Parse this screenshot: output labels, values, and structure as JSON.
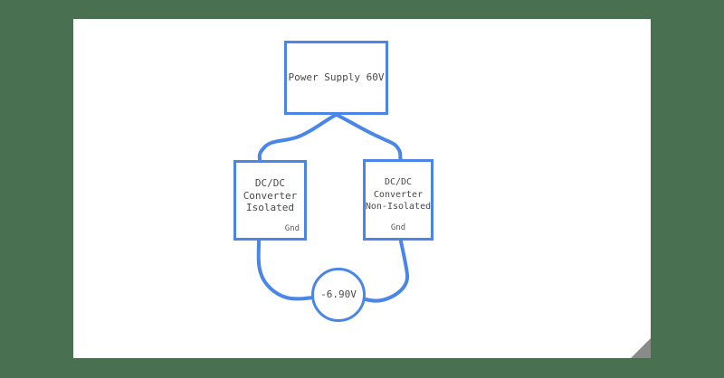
{
  "canvas": {
    "background_color": "#4a7052",
    "sheet_color": "#ffffff",
    "fold_color": "#8a8a8a",
    "stroke_color": "#4a86e8",
    "text_color": "#4a4a4a"
  },
  "diagram": {
    "title": "",
    "nodes": [
      {
        "id": "power-supply",
        "label": "Power Supply 60V",
        "shape": "rect"
      },
      {
        "id": "dcdc-isolated",
        "label": "DC/DC\nConverter\nIsolated",
        "sub_label": "Gnd",
        "shape": "rect"
      },
      {
        "id": "dcdc-non-isolated",
        "label": "DC/DC\nConverter\nNon-Isolated",
        "sub_label": "Gnd",
        "shape": "rect"
      },
      {
        "id": "voltage-node",
        "label": "-6.90V",
        "shape": "circle"
      }
    ]
  }
}
